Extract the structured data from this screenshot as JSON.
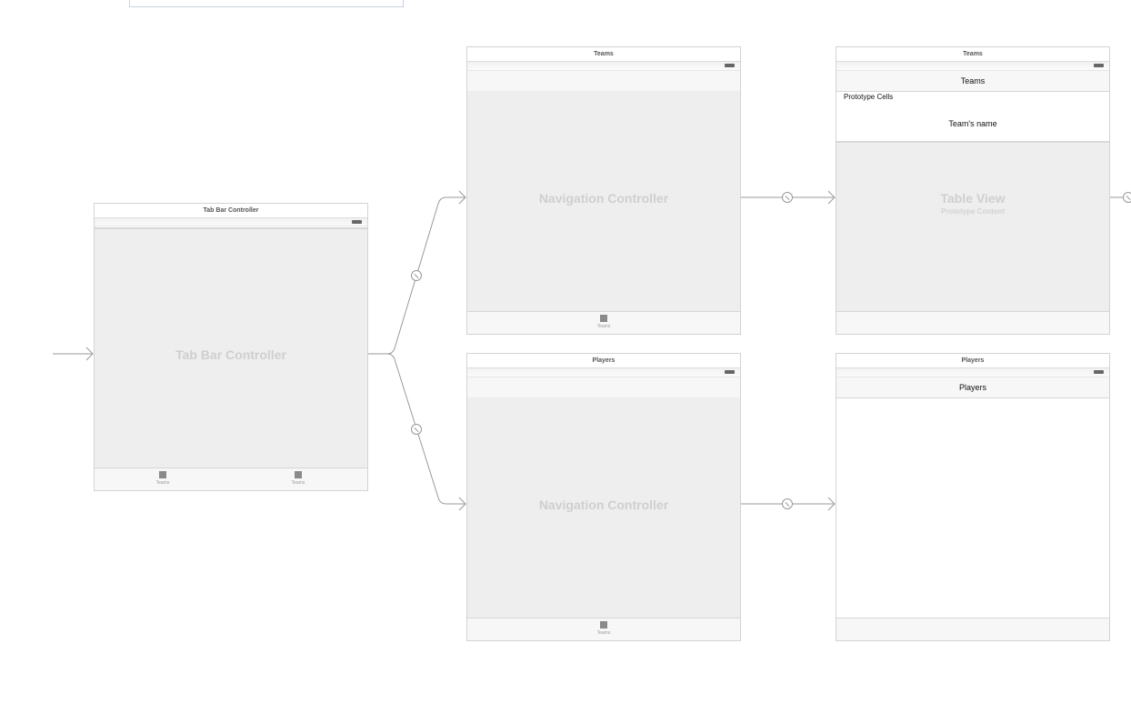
{
  "scenes": {
    "tab_bar_controller": {
      "title": "Tab Bar Controller",
      "watermark": "Tab Bar Controller",
      "tabs": [
        {
          "label": "Teams",
          "icon": "tab-square-icon"
        },
        {
          "label": "Teams",
          "icon": "tab-square-icon"
        }
      ]
    },
    "teams_nav": {
      "title": "Teams",
      "watermark": "Navigation Controller",
      "tab_label": "Teams"
    },
    "players_nav": {
      "title": "Players",
      "watermark": "Navigation Controller",
      "tab_label": "Teams"
    },
    "teams_table": {
      "title": "Teams",
      "nav_title": "Teams",
      "prototype_header": "Prototype Cells",
      "cell_label": "Team's name",
      "watermark": "Table View",
      "watermark_sub": "Prototype Content"
    },
    "players_vc": {
      "title": "Players",
      "nav_title": "Players"
    }
  },
  "colors": {
    "canvas": "#ffffff",
    "scene_border": "#d3d3d3",
    "content_fill": "#eeeeee",
    "segue_line": "#9a9a9a",
    "watermark": "#cfcfcf"
  }
}
